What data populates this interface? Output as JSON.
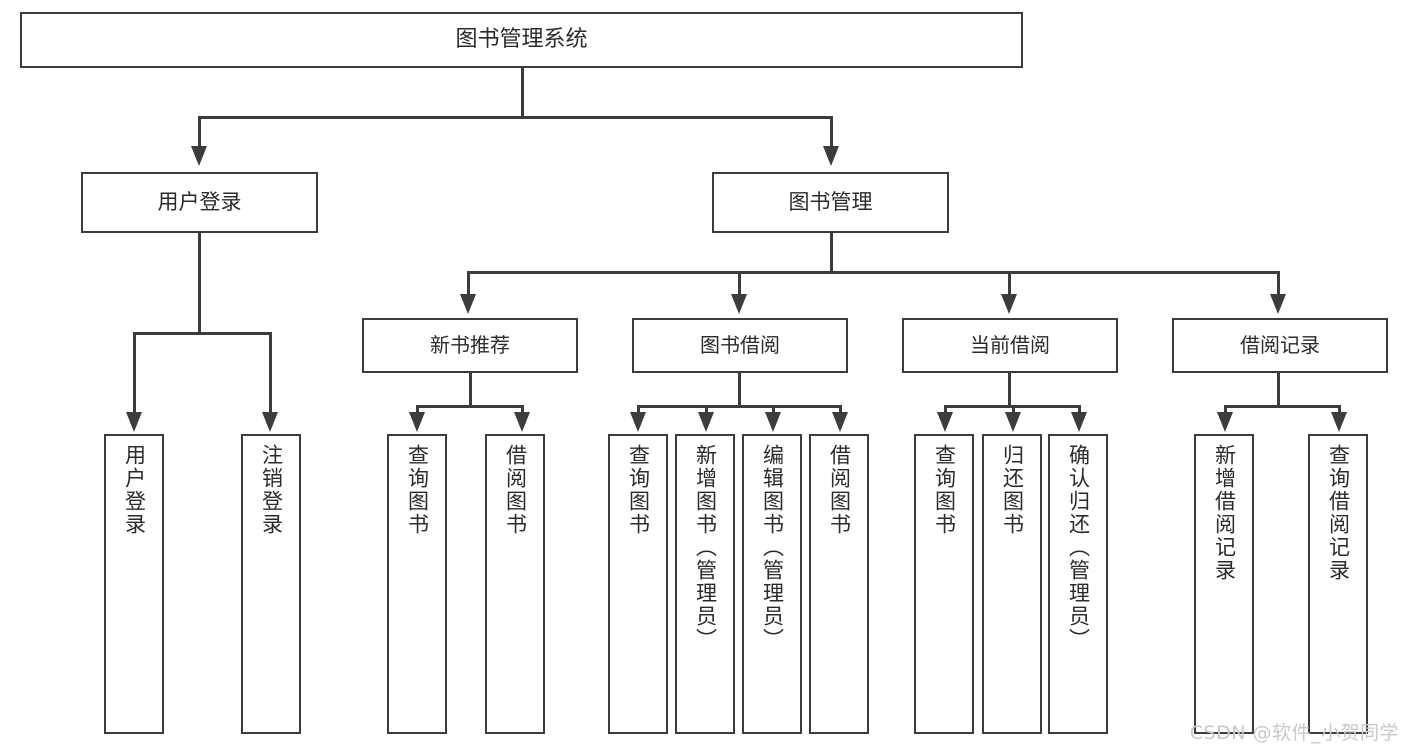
{
  "diagram": {
    "title": "图书管理系统",
    "type": "tree",
    "nodes": {
      "root": {
        "label": "图书管理系统"
      },
      "level1": [
        {
          "id": "user-login",
          "label": "用户登录"
        },
        {
          "id": "book-management",
          "label": "图书管理"
        }
      ],
      "level2": [
        {
          "id": "new-book-recommend",
          "label": "新书推荐"
        },
        {
          "id": "book-borrow",
          "label": "图书借阅"
        },
        {
          "id": "current-borrow",
          "label": "当前借阅"
        },
        {
          "id": "borrow-record",
          "label": "借阅记录"
        }
      ],
      "leaves": {
        "user_login": [
          {
            "id": "leaf-user-login",
            "label": "用户登录"
          },
          {
            "id": "leaf-logout-login",
            "label": "注销登录"
          }
        ],
        "new_book_recommend": [
          {
            "id": "leaf-query-book-1",
            "label": "查询图书"
          },
          {
            "id": "leaf-borrow-book-1",
            "label": "借阅图书"
          }
        ],
        "book_borrow": [
          {
            "id": "leaf-query-book-2",
            "label": "查询图书"
          },
          {
            "id": "leaf-add-book",
            "label": "新增图书（管理员）"
          },
          {
            "id": "leaf-edit-book",
            "label": "编辑图书（管理员）"
          },
          {
            "id": "leaf-borrow-book-2",
            "label": "借阅图书"
          }
        ],
        "current_borrow": [
          {
            "id": "leaf-query-book-3",
            "label": "查询图书"
          },
          {
            "id": "leaf-return-book",
            "label": "归还图书"
          },
          {
            "id": "leaf-confirm-return",
            "label": "确认归还（管理员）"
          }
        ],
        "borrow_record": [
          {
            "id": "leaf-add-record",
            "label": "新增借阅记录"
          },
          {
            "id": "leaf-query-record",
            "label": "查询借阅记录"
          }
        ]
      }
    },
    "colors": {
      "stroke": "#3c3c3c",
      "fill": "#ffffff",
      "text": "#2b2b2b",
      "watermark": "#c9c9c9"
    }
  },
  "watermark": {
    "text": "CSDN @软件_小贺同学"
  }
}
